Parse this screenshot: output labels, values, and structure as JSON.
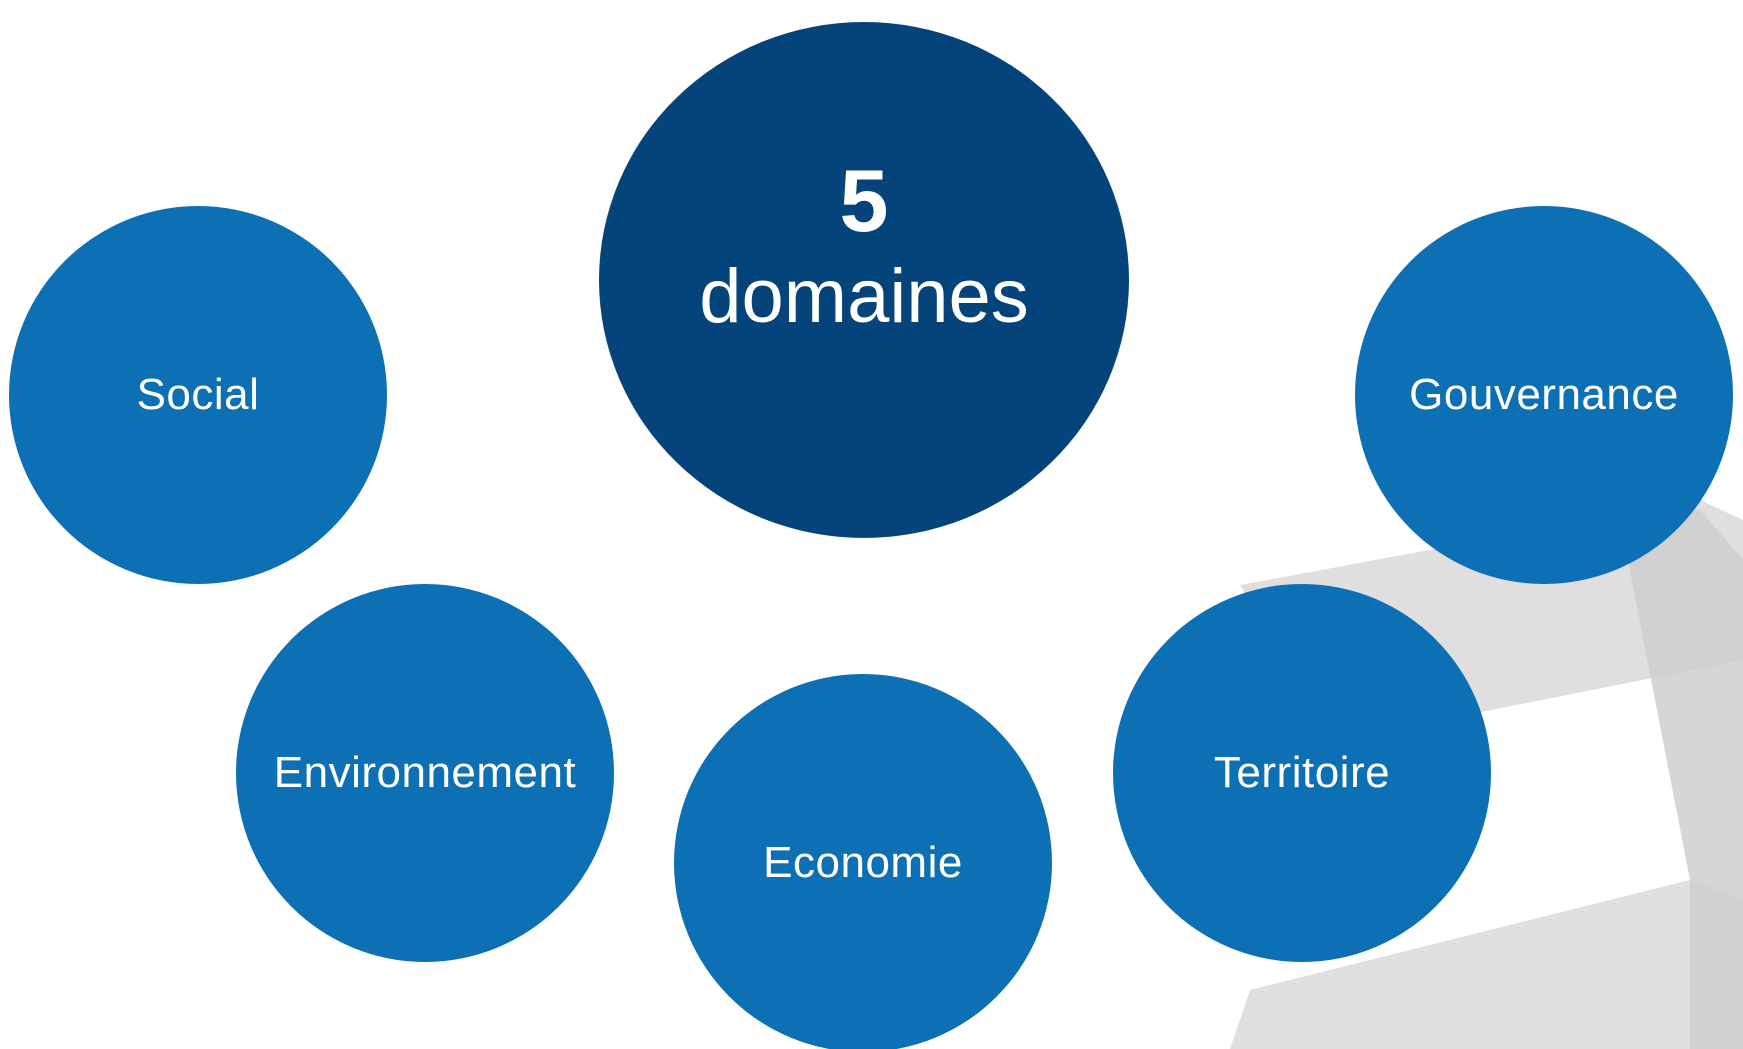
{
  "center": {
    "number": "5",
    "label": "domaines"
  },
  "domains": [
    {
      "label": "Social"
    },
    {
      "label": "Environnement"
    },
    {
      "label": "Economie"
    },
    {
      "label": "Territoire"
    },
    {
      "label": "Gouvernance"
    }
  ],
  "colors": {
    "center_fill": "#04447a",
    "domain_fill": "#0e70b4",
    "text": "#ffffff",
    "watermark": "#d4d4d4"
  }
}
